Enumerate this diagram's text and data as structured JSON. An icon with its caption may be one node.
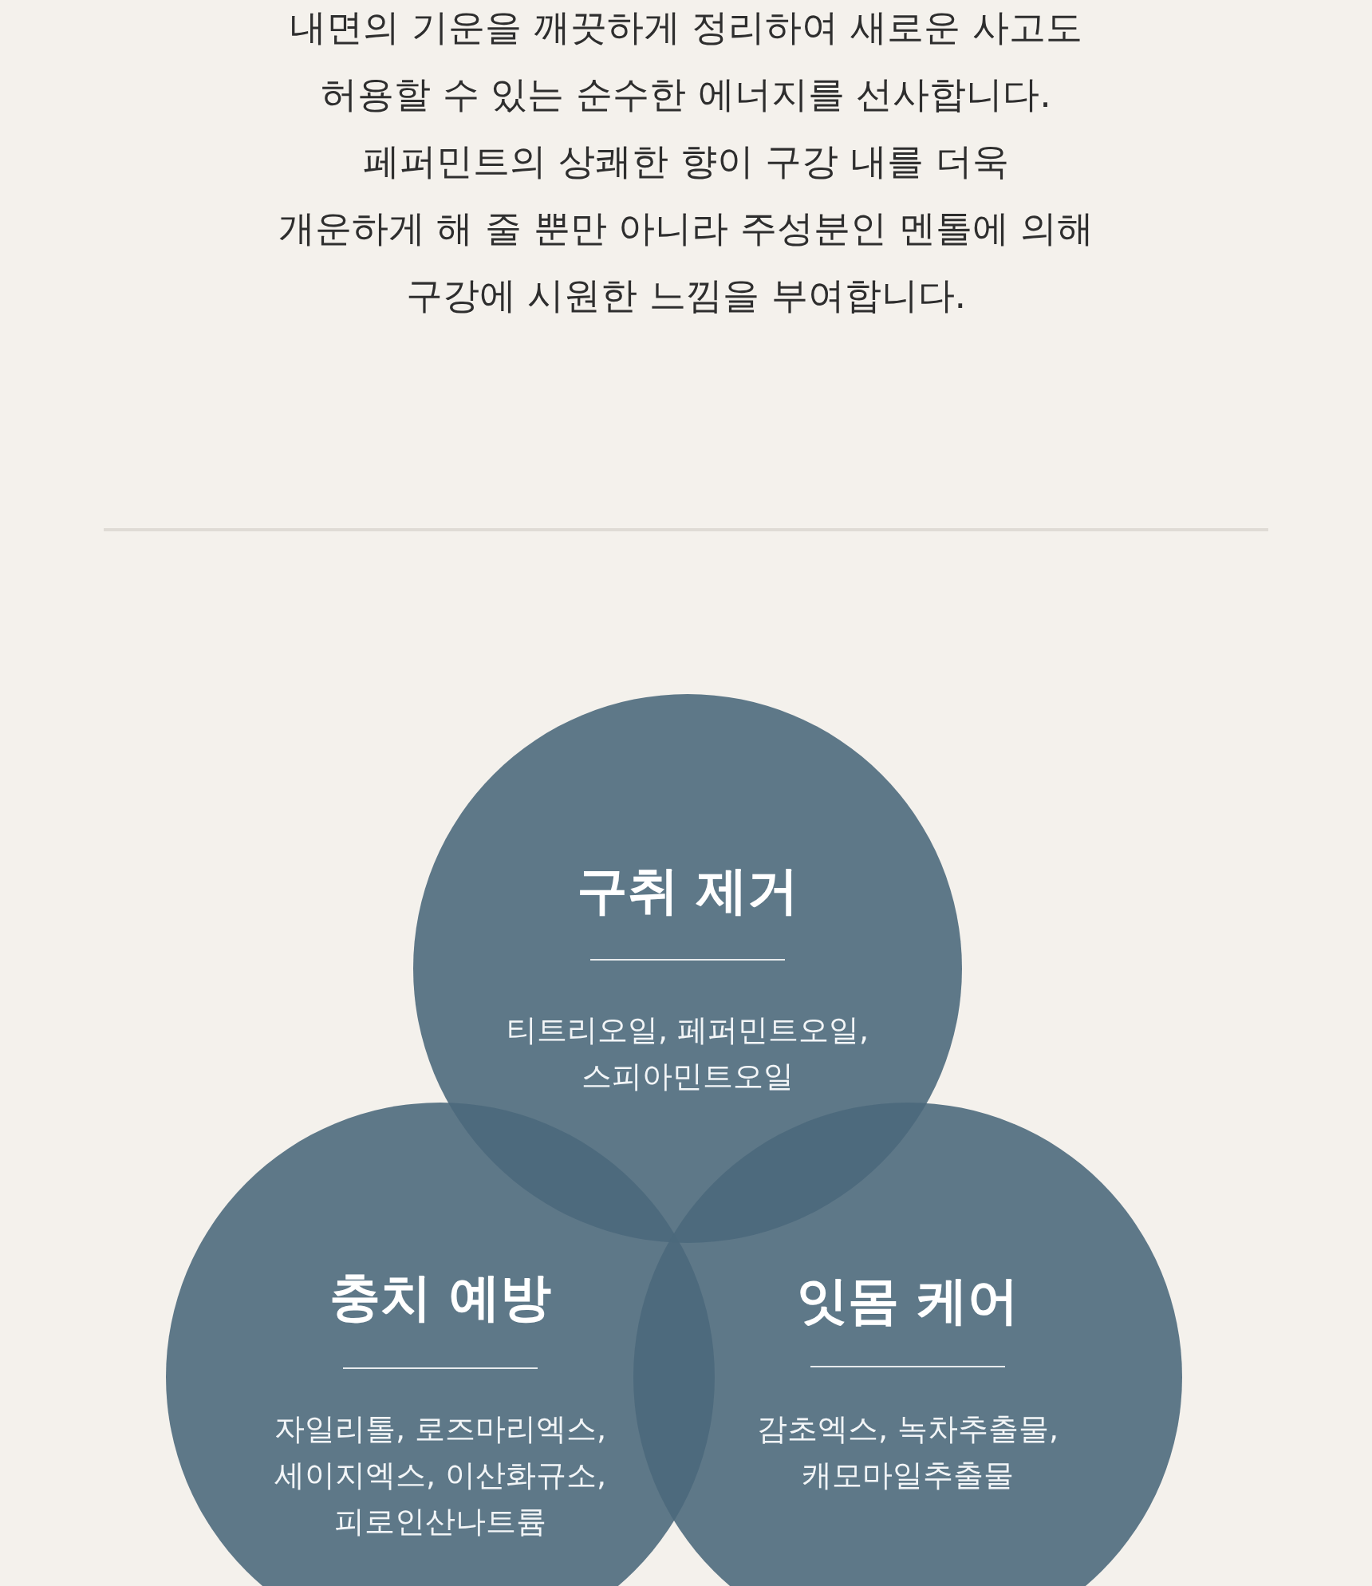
{
  "diagram": {
    "nodes": [
      {
        "text": [
          "구취 제거",
          "티트리오일, 페퍼민트오일, 스피아민트오일"
        ]
      },
      {
        "text": [
          "충치 예방",
          "자일리톨, 로즈마리엑스, 세이지엑스, 이산화규소, 피로인산나트륨"
        ]
      },
      {
        "text": [
          "잇몸 케어",
          "감초엑스, 녹차추출물, 캐모마일추출물"
        ]
      }
    ],
    "labels": [
      "내면의 기운을 깨끗하게 정리하여 새로운 사고도 허용할 수 있는 순수한 에너지를 선사합니다. 페퍼민트의 상쾌한 향이 구강 내를 더욱 개운하게 해 줄 뿐만 아니라 주성분인 멘톨에 의해 구강에 시원한 느낌을 부여합니다."
    ]
  }
}
